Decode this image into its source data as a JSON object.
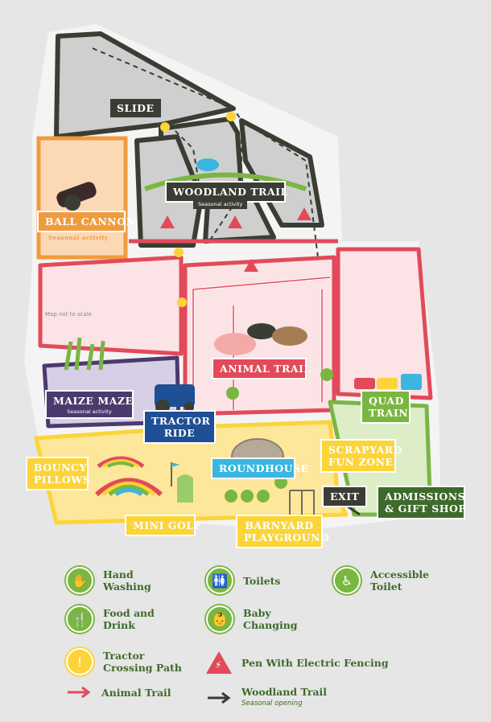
{
  "map": {
    "scale_note": "Map not to scale",
    "labels": {
      "slide": "SLIDE",
      "woodland_trail": "WOODLAND TRAIL",
      "woodland_sub": "Seasonal activity",
      "ball_cannon": "BALL CANNON",
      "ball_cannon_sub": "Seasonal activity",
      "animal_trail": "ANIMAL TRAIL",
      "maize_maze": "MAIZE MAZE",
      "maize_sub": "Seasonal activity",
      "tractor_ride_1": "TRACTOR",
      "tractor_ride_2": "RIDE",
      "quad_1": "QUAD",
      "quad_2": "TRAIN",
      "bouncy_1": "BOUNCY",
      "bouncy_2": "PILLOWS",
      "roundhouse": "ROUNDHOUSE",
      "scrapyard_1": "SCRAPYARD",
      "scrapyard_2": "FUN ZONE",
      "exit": "EXIT",
      "admissions_1": "ADMISSIONS",
      "admissions_2": "& GIFT SHOP",
      "mini_golf": "MINI GOLF",
      "barnyard_1": "BARNYARD",
      "barnyard_2": "PLAYGROUND"
    }
  },
  "legend": {
    "hand_washing_1": "Hand",
    "hand_washing_2": "Washing",
    "toilets": "Toilets",
    "accessible_1": "Accessible",
    "accessible_2": "Toilet",
    "food_1": "Food and",
    "food_2": "Drink",
    "baby_1": "Baby",
    "baby_2": "Changing",
    "crossing_1": "Tractor",
    "crossing_2": "Crossing Path",
    "electric": "Pen With Electric Fencing",
    "animal_trail": "Animal Trail",
    "woodland_trail": "Woodland Trail",
    "woodland_sub": "Seasonal opening"
  },
  "colors": {
    "woodland": "#6b6e66",
    "animal": "#e24a5a",
    "orange": "#f29b3d",
    "purple": "#4b3a6e",
    "green": "#7ab642",
    "yellow": "#fbd43a"
  },
  "icons": [
    "hand-washing-icon",
    "toilets-icon",
    "accessible-toilet-icon",
    "food-drink-icon",
    "baby-changing-icon",
    "tractor-crossing-icon",
    "electric-fence-icon"
  ]
}
